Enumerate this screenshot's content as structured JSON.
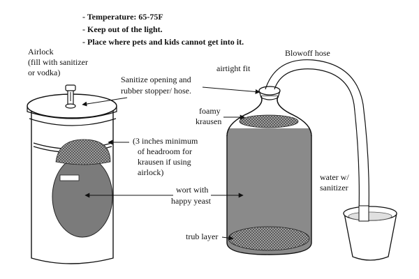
{
  "notes": [
    "- Temperature: 65-75F",
    "- Keep out of the light.",
    "- Place where pets and kids cannot get into it."
  ],
  "labels": {
    "airlock": [
      "Airlock",
      "(fill with sanitizer",
      "or vodka)"
    ],
    "sanitize": [
      "Sanitize opening and",
      "rubber stopper/ hose."
    ],
    "airtight": "airtight fit",
    "blowoff": "Blowoff hose",
    "foamy": [
      "foamy",
      "krausen"
    ],
    "headroom": [
      "(3 inches minimum",
      "of headroom for",
      "krausen if using",
      "airlock)"
    ],
    "wort": [
      "wort with",
      "happy yeast"
    ],
    "water": [
      "water w/",
      "sanitizer"
    ],
    "trub": "trub layer"
  }
}
